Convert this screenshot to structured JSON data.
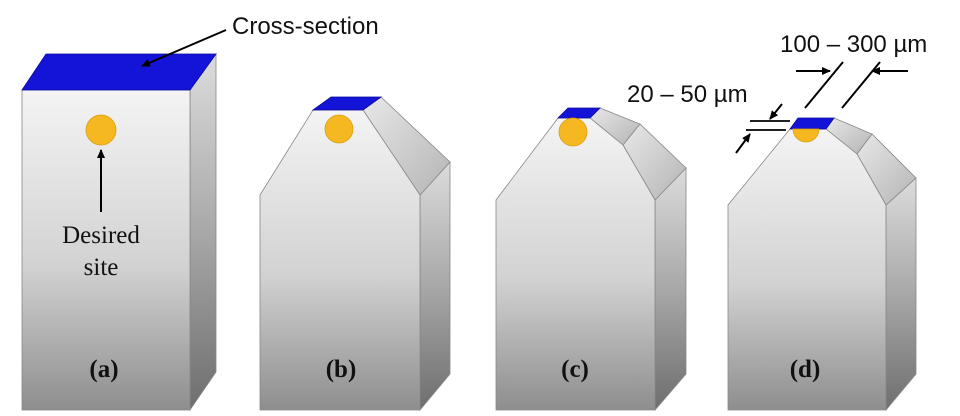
{
  "annotations": {
    "cross_section": "Cross-section",
    "desired_site_line1": "Desired",
    "desired_site_line2": "site",
    "dim_tip_range": "100 – 300 µm",
    "dim_thickness_range": "20 – 50 µm"
  },
  "panels": [
    {
      "label": "(a)",
      "shape": "rectangular-block"
    },
    {
      "label": "(b)",
      "shape": "pointed-block-one-bevel"
    },
    {
      "label": "(c)",
      "shape": "pointed-block-two-bevels"
    },
    {
      "label": "(d)",
      "shape": "pointed-block-two-bevels"
    }
  ],
  "colors": {
    "cross_section": "#1414d8",
    "desired_site": "#f5b820",
    "arrow": "#000000"
  }
}
